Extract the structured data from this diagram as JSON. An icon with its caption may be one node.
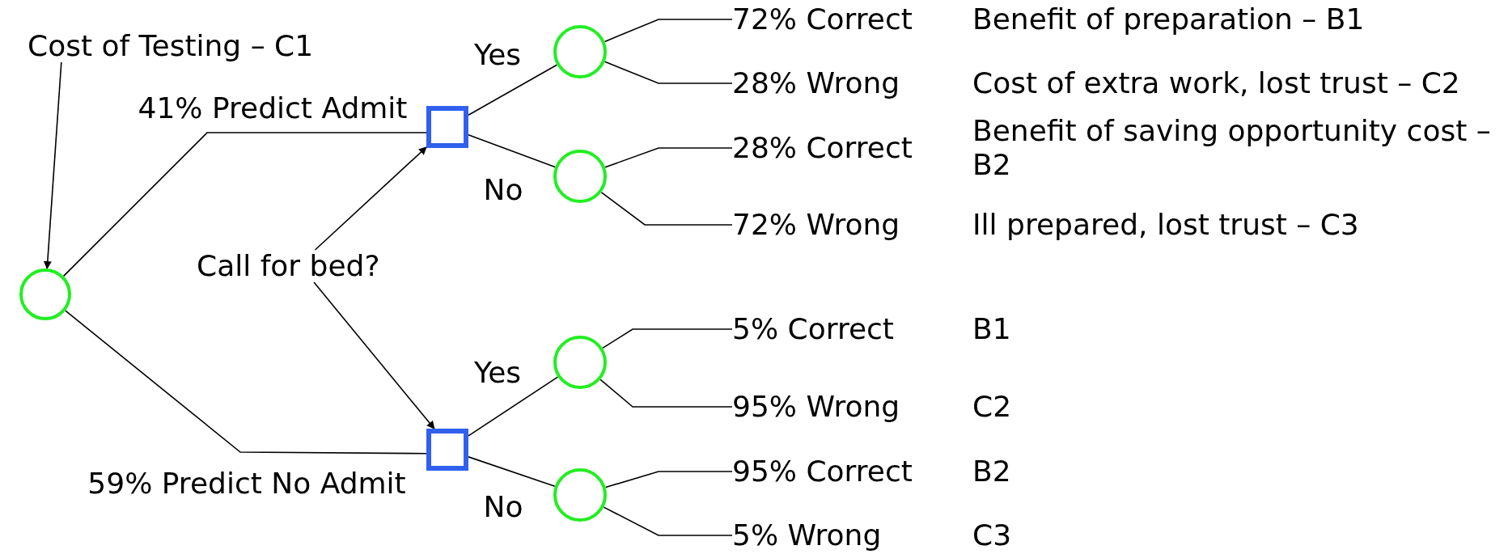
{
  "diagram": {
    "nodes": [
      {
        "text": [
          "Cost of Testing – C1"
        ]
      },
      {
        "text": [],
        "shape": "circle"
      },
      {
        "text": [],
        "shape": "box"
      },
      {
        "text": [],
        "shape": "box"
      },
      {
        "text": [
          "Call for bed?"
        ]
      },
      {
        "text": [],
        "shape": "circle"
      },
      {
        "text": [],
        "shape": "circle"
      },
      {
        "text": [],
        "shape": "circle"
      },
      {
        "text": [],
        "shape": "circle"
      },
      {
        "text": [
          "72% Correct"
        ]
      },
      {
        "text": [
          "28% Wrong"
        ]
      },
      {
        "text": [
          "28% Correct"
        ]
      },
      {
        "text": [
          "72% Wrong"
        ]
      },
      {
        "text": [
          "5% Correct"
        ]
      },
      {
        "text": [
          "95% Wrong"
        ]
      },
      {
        "text": [
          "95% Correct"
        ]
      },
      {
        "text": [
          "5% Wrong"
        ]
      }
    ],
    "edges": [
      {
        "from": 0,
        "to": 1,
        "arrow": "to"
      },
      {
        "from": 1,
        "to": 2,
        "arrow": "none",
        "label": "41% Predict Admit"
      },
      {
        "from": 1,
        "to": 3,
        "arrow": "none",
        "label": "59% Predict No Admit"
      },
      {
        "from": 4,
        "to": 2,
        "arrow": "to"
      },
      {
        "from": 4,
        "to": 3,
        "arrow": "to"
      },
      {
        "from": 2,
        "to": 5,
        "arrow": "none",
        "label": "Yes"
      },
      {
        "from": 2,
        "to": 6,
        "arrow": "none",
        "label": "No"
      },
      {
        "from": 3,
        "to": 7,
        "arrow": "none",
        "label": "Yes"
      },
      {
        "from": 3,
        "to": 8,
        "arrow": "none",
        "label": "No"
      },
      {
        "from": 5,
        "to": 9,
        "arrow": "none"
      },
      {
        "from": 5,
        "to": 10,
        "arrow": "none"
      },
      {
        "from": 6,
        "to": 11,
        "arrow": "none"
      },
      {
        "from": 6,
        "to": 12,
        "arrow": "none"
      },
      {
        "from": 7,
        "to": 13,
        "arrow": "none"
      },
      {
        "from": 7,
        "to": 14,
        "arrow": "none"
      },
      {
        "from": 8,
        "to": 15,
        "arrow": "none"
      },
      {
        "from": 8,
        "to": 16,
        "arrow": "none"
      }
    ],
    "labels": [
      "Benefit of preparation – B1",
      "Cost of extra work, lost trust – C2",
      "Benefit of saving opportunity cost – B2",
      "Ill prepared, lost trust – C3",
      "B1",
      "C2",
      "B2",
      "C3"
    ]
  }
}
